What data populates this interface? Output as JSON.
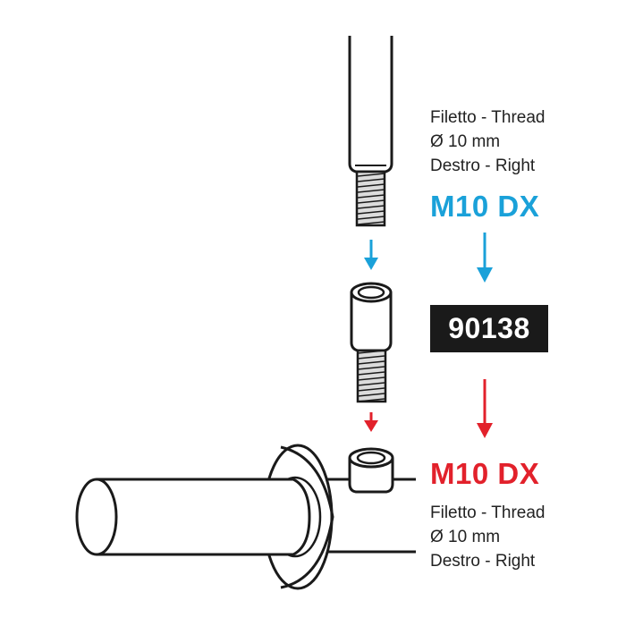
{
  "top_spec": {
    "line1": "Filetto - Thread",
    "line2": "Ø 10 mm",
    "line3": "Destro - Right"
  },
  "top_code": "M10 DX",
  "part_number": "90138",
  "bottom_code": "M10 DX",
  "bottom_spec": {
    "line1": "Filetto - Thread",
    "line2": "Ø 10 mm",
    "line3": "Destro - Right"
  },
  "colors": {
    "blue": "#1aa1d9",
    "red": "#e2212b",
    "ink": "#1a1a1a",
    "thread_fill": "#d9d9d9"
  }
}
